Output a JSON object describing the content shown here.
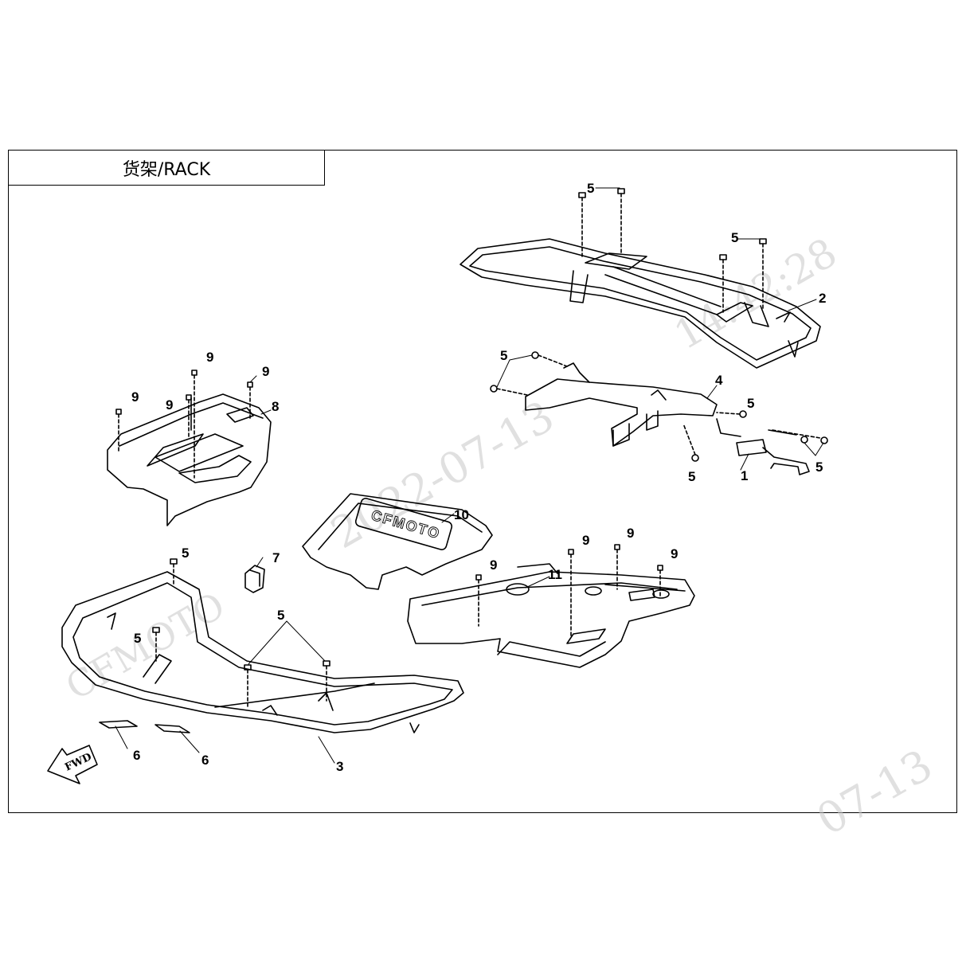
{
  "title": "货架/RACK",
  "watermark": {
    "left": "CFMOTO",
    "middle": "2022-07-13",
    "right_top": "14:42:28",
    "right_bottom": "07-13"
  },
  "fwd_label": "FWD",
  "logo_text": "CFMOTO",
  "callouts": [
    {
      "id": "c5a",
      "num": "5"
    },
    {
      "id": "c5b",
      "num": "5"
    },
    {
      "id": "c2",
      "num": "2"
    },
    {
      "id": "c5c",
      "num": "5"
    },
    {
      "id": "c4",
      "num": "4"
    },
    {
      "id": "c5d",
      "num": "5"
    },
    {
      "id": "c1",
      "num": "1"
    },
    {
      "id": "c5e",
      "num": "5"
    },
    {
      "id": "c5f",
      "num": "5"
    },
    {
      "id": "c9a",
      "num": "9"
    },
    {
      "id": "c9b",
      "num": "9"
    },
    {
      "id": "c9c",
      "num": "9"
    },
    {
      "id": "c9d",
      "num": "9"
    },
    {
      "id": "c8",
      "num": "8"
    },
    {
      "id": "c10",
      "num": "10"
    },
    {
      "id": "c7",
      "num": "7"
    },
    {
      "id": "c5g",
      "num": "5"
    },
    {
      "id": "c5h",
      "num": "5"
    },
    {
      "id": "c5i",
      "num": "5"
    },
    {
      "id": "c9e",
      "num": "9"
    },
    {
      "id": "c9f",
      "num": "9"
    },
    {
      "id": "c9g",
      "num": "9"
    },
    {
      "id": "c9h",
      "num": "9"
    },
    {
      "id": "c11",
      "num": "11"
    },
    {
      "id": "c6a",
      "num": "6"
    },
    {
      "id": "c6b",
      "num": "6"
    },
    {
      "id": "c3",
      "num": "3"
    }
  ]
}
